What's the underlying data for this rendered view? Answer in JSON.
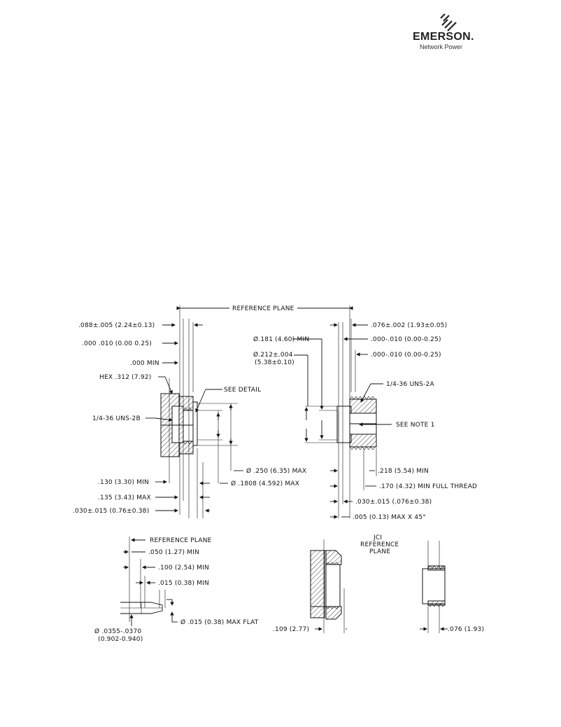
{
  "logo": {
    "brand": "EMERSON.",
    "sub": "Network Power"
  },
  "labels": {
    "ref_plane_top": "REFERENCE PLANE",
    "d1": ".088±.005 (2.24±0.13)",
    "d2": ".000 .010 (0.00 0.25)",
    "d3": ".000 MIN",
    "hex": "HEX .312 (7.92)",
    "see_detail": "SEE DETAIL",
    "thread_left": "1/4-36 UNS-2B",
    "dia250": "Ø .250 (6.35) MAX",
    "dia1808": "Ø .1808 (4.592) MAX",
    "d130": ".130 (3.30) MIN",
    "d135": ".135 (3.43) MAX",
    "d030_left": ".030±.015 (0.76±0.38)",
    "r076": ".076±.002 (1.93±0.05)",
    "dia181": "Ø.181 (4.60) MIN",
    "r000a": ".000-.010 (0.00-0.25)",
    "dia212": "Ø.212±.004",
    "dia212mm": "(5.38±0.10)",
    "r000b": ".000-.010 (0.00-0.25)",
    "thread_right": "1/4-36 UNS-2A",
    "see_note": "SEE NOTE 1",
    "r218": ".218 (5.54) MIN",
    "r170": ".170 (4.32) MIN FULL THREAD",
    "r030": ".030±.015 (.076±0.38)",
    "r005": ".005 (0.13) MAX X 45°",
    "ref_plane_pin": "REFERENCE PLANE",
    "p050": ".050 (1.27) MIN",
    "p100": ".100 (2.54) MIN",
    "p015": ".015 (0.38) MIN",
    "pflat": "Ø .015 (0.38) MAX FLAT",
    "pdia": "Ø .0355-.0370",
    "pdiamm": "(0.902-0.940)",
    "jci1": "JCI",
    "jci2": "REFERENCE",
    "jci3": "PLANE",
    "b109": ".109 (2.77)",
    "b076": ".076 (1.93)"
  }
}
